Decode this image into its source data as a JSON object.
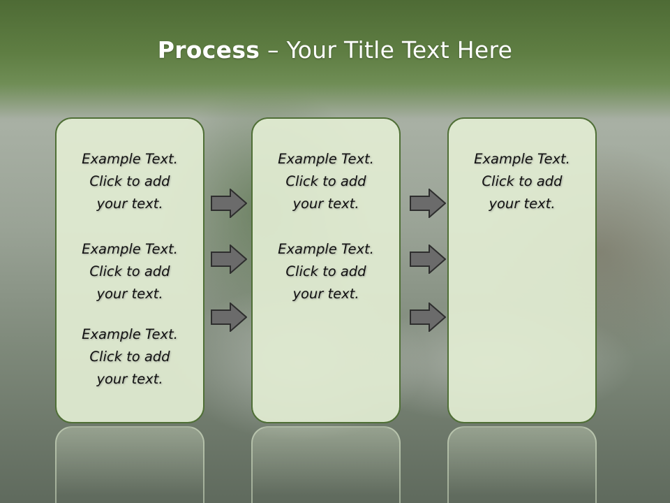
{
  "slide": {
    "title_bold": "Process",
    "title_rest": " – Your Title Text Here"
  },
  "panels": [
    {
      "blocks": [
        [
          "Example Text.",
          "Click  to add",
          "your text."
        ],
        [
          "Example Text.",
          "Click  to add",
          "your text."
        ],
        [
          "Example Text.",
          "Click  to add",
          "your text."
        ]
      ]
    },
    {
      "blocks": [
        [
          "Example Text.",
          "Click  to add",
          "your text."
        ],
        [
          "Example Text.",
          "Click  to add",
          "your text."
        ]
      ]
    },
    {
      "blocks": [
        [
          "Example Text.",
          "Click  to add",
          "your text."
        ]
      ]
    }
  ],
  "colors": {
    "header_green": "#5f7e43",
    "panel_fill": "#e1ecd2",
    "panel_border": "#4f6f36",
    "arrow_fill": "#6b6b6b"
  },
  "arrow_icon": "right-arrow-icon"
}
